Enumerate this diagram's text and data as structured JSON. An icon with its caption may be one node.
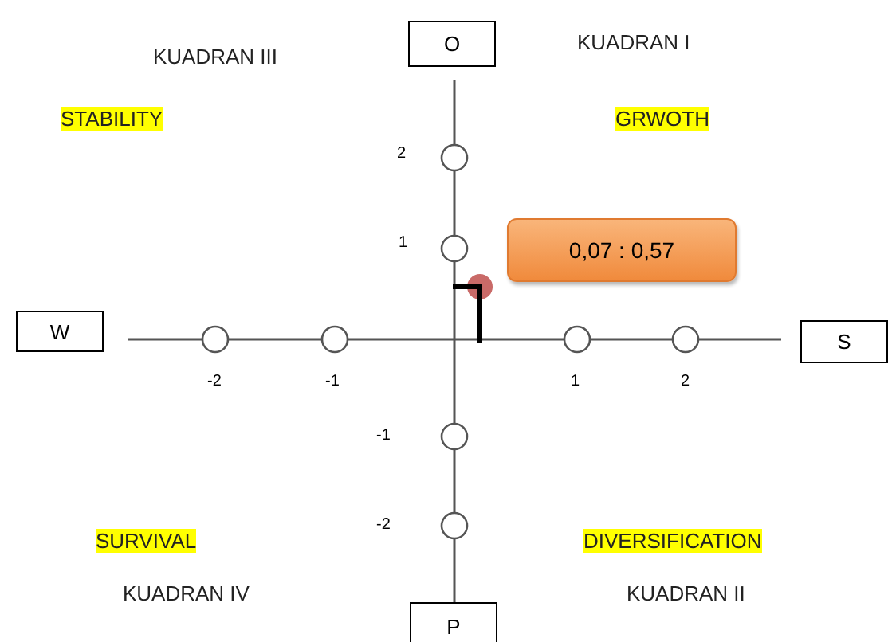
{
  "diagram": {
    "nodes": [
      {
        "text": [
          "O"
        ]
      },
      {
        "text": [
          "W"
        ]
      },
      {
        "text": [
          "S"
        ]
      },
      {
        "text": [
          "P"
        ]
      },
      {
        "text": [
          "0,07 : 0,57"
        ]
      }
    ],
    "labels": [
      "KUADRAN I",
      "KUADRAN III",
      "STABILITY",
      "GRWOTH",
      "2",
      "1",
      "-2",
      "-1",
      "1",
      "2",
      "-1",
      "-2",
      "SURVIVAL",
      "DIVERSIFICATION",
      "KUADRAN IV",
      "KUADRAN II"
    ]
  }
}
